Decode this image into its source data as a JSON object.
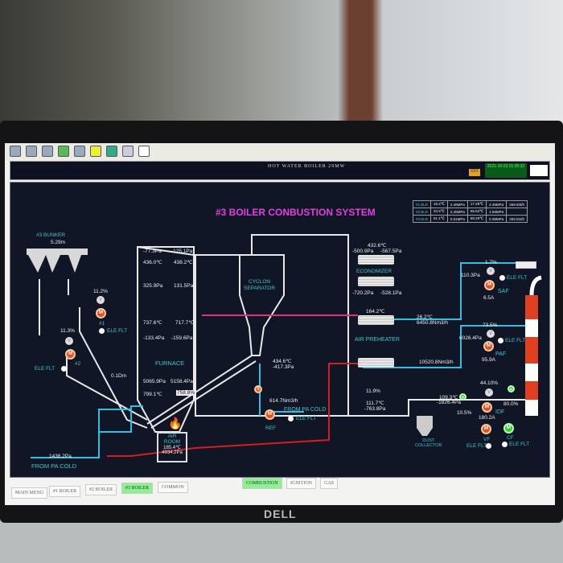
{
  "app_title": "HOT WATER BOILER 29MW",
  "status": {
    "alarm": "XXX",
    "clock": "2021-10-03 01:00:32"
  },
  "page_title": "#3 BOILER CONBUSTION SYSTEM",
  "toolbar_icons": [
    "monitor-icon",
    "users-icon",
    "settings-icon",
    "network-icon",
    "edit-icon",
    "folder-icon",
    "report-icon",
    "print-icon",
    "document-icon"
  ],
  "table": {
    "rows": [
      {
        "label": "#1 BLR",
        "values": [
          "16.4℃",
          "2.49MPa",
          "17.29℃",
          "2.49MPa"
        ],
        "flow": "269.93t/h"
      },
      {
        "label": "#2 BLR",
        "values": [
          "34.5℃",
          "2.49MPa",
          "55.64℃",
          "1.59MPa"
        ],
        "flow": ""
      },
      {
        "label": "#3 BLR",
        "values": [
          "51.1℃",
          "0.51MPa",
          "69.29℃",
          "0.39MPa"
        ],
        "flow": "283.01t/h"
      }
    ]
  },
  "bunker": {
    "title": "#3 BUNKER",
    "level": "5.29m",
    "feeder1": {
      "pct": "11.2%",
      "tag": "#1",
      "flt": "ELE FLT"
    },
    "feeder2": {
      "pct": "11.3%",
      "tag": "#2",
      "flt": "ELE FLT"
    },
    "coal": "0.1Dm"
  },
  "pa_cold": {
    "pressure": "1436.2Pa",
    "label": "FROM PA COLD"
  },
  "furnace": {
    "label": "FURNACE",
    "r1": [
      "-77.3Pa",
      "-125.1Pa"
    ],
    "r2": [
      "436.0℃",
      "438.2℃"
    ],
    "r3": [
      "325.9Pa",
      "131.5Pa"
    ],
    "r4": [
      "737.6℃",
      "717.7℃"
    ],
    "r5": [
      "-133.4Pa",
      "-159.6Pa"
    ],
    "r6": [
      "5065.9Pa",
      "5158.4Pa"
    ],
    "r7": [
      "799.1℃",
      "758.8%"
    ]
  },
  "air_room": {
    "l1": "AIR",
    "l2": "ROOM",
    "temp": "185.4℃",
    "pressure": "4934.2Pa"
  },
  "cyclone": {
    "l1": "CYCLON",
    "l2": "SEPARATOR",
    "temp": "434.6℃",
    "pressure": "-417.3Pa"
  },
  "ref": {
    "flow": "614.7Nm3/h",
    "label": "REF",
    "src": "FROM PA COLD",
    "flt": "ELE FLT"
  },
  "economizer": {
    "label": "ECONOMIZER",
    "temp": "432.6℃",
    "p_in": [
      "-500.9Pa",
      "-567.5Pa"
    ],
    "p_out": [
      "-720.2Pa",
      "-528.1Pa"
    ]
  },
  "preheater": {
    "label": "AIR PREHEATER",
    "temp": "164.2℃",
    "o2": "11.9%",
    "out_temp": "111.7℃",
    "out_p": "-763.8Pa",
    "sa_temp": "26.2℃",
    "sa_flow": "6450.8Nm3/h",
    "pa_flow": "10520.8Nm3/h"
  },
  "saf": {
    "label": "SAF",
    "pct": "1.7%",
    "pressure": "110.3Pa",
    "current": "6.5A",
    "flt": "ELE FLT"
  },
  "paf": {
    "label": "PAF",
    "pct": "73.5%",
    "pressure": "6026.4Pa",
    "current": "95.9A",
    "flt": "ELE FLT"
  },
  "idf": {
    "label": "IDF",
    "pct": "44.10%",
    "temp": "109.3℃",
    "pressure": "-1826.4Pa",
    "damper1": "10.5%",
    "damper2": "80.0%",
    "current": "180.2A"
  },
  "vf": {
    "label": "VF",
    "flt": "ELE FLT"
  },
  "cf": {
    "label": "CF",
    "flt": "ELE FLT"
  },
  "dust": {
    "l1": "DUST",
    "l2": "COLLECTOR"
  },
  "nav": {
    "left": [
      "MAIN MENU",
      "#1 BOILER",
      "#2 BOILER",
      "#3 BOILER",
      "COMMON"
    ],
    "right": [
      "COMBUSTION",
      "IGNITION",
      "GAS"
    ]
  },
  "brand": "DELL"
}
